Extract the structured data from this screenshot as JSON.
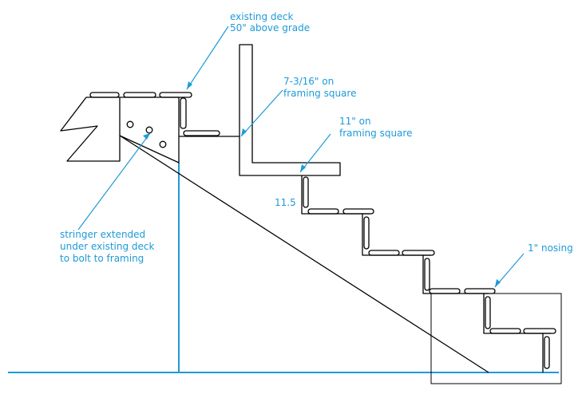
{
  "colors": {
    "leader": "#1e9ad6",
    "ink": "#000000",
    "text": "#1e9ad6",
    "background": "#ffffff"
  },
  "labels": {
    "deck_line1": "existing deck",
    "deck_line2": "50\" above grade",
    "square1_line1": "7-3/16\" on",
    "square1_line2": "framing square",
    "square2_line1": "11\" on",
    "square2_line2": "framing square",
    "stringer_line1": "stringer extended",
    "stringer_line2": "under existing deck",
    "stringer_line3": "to bolt to framing",
    "dimension": "11.5",
    "nosing": "1\" nosing"
  }
}
